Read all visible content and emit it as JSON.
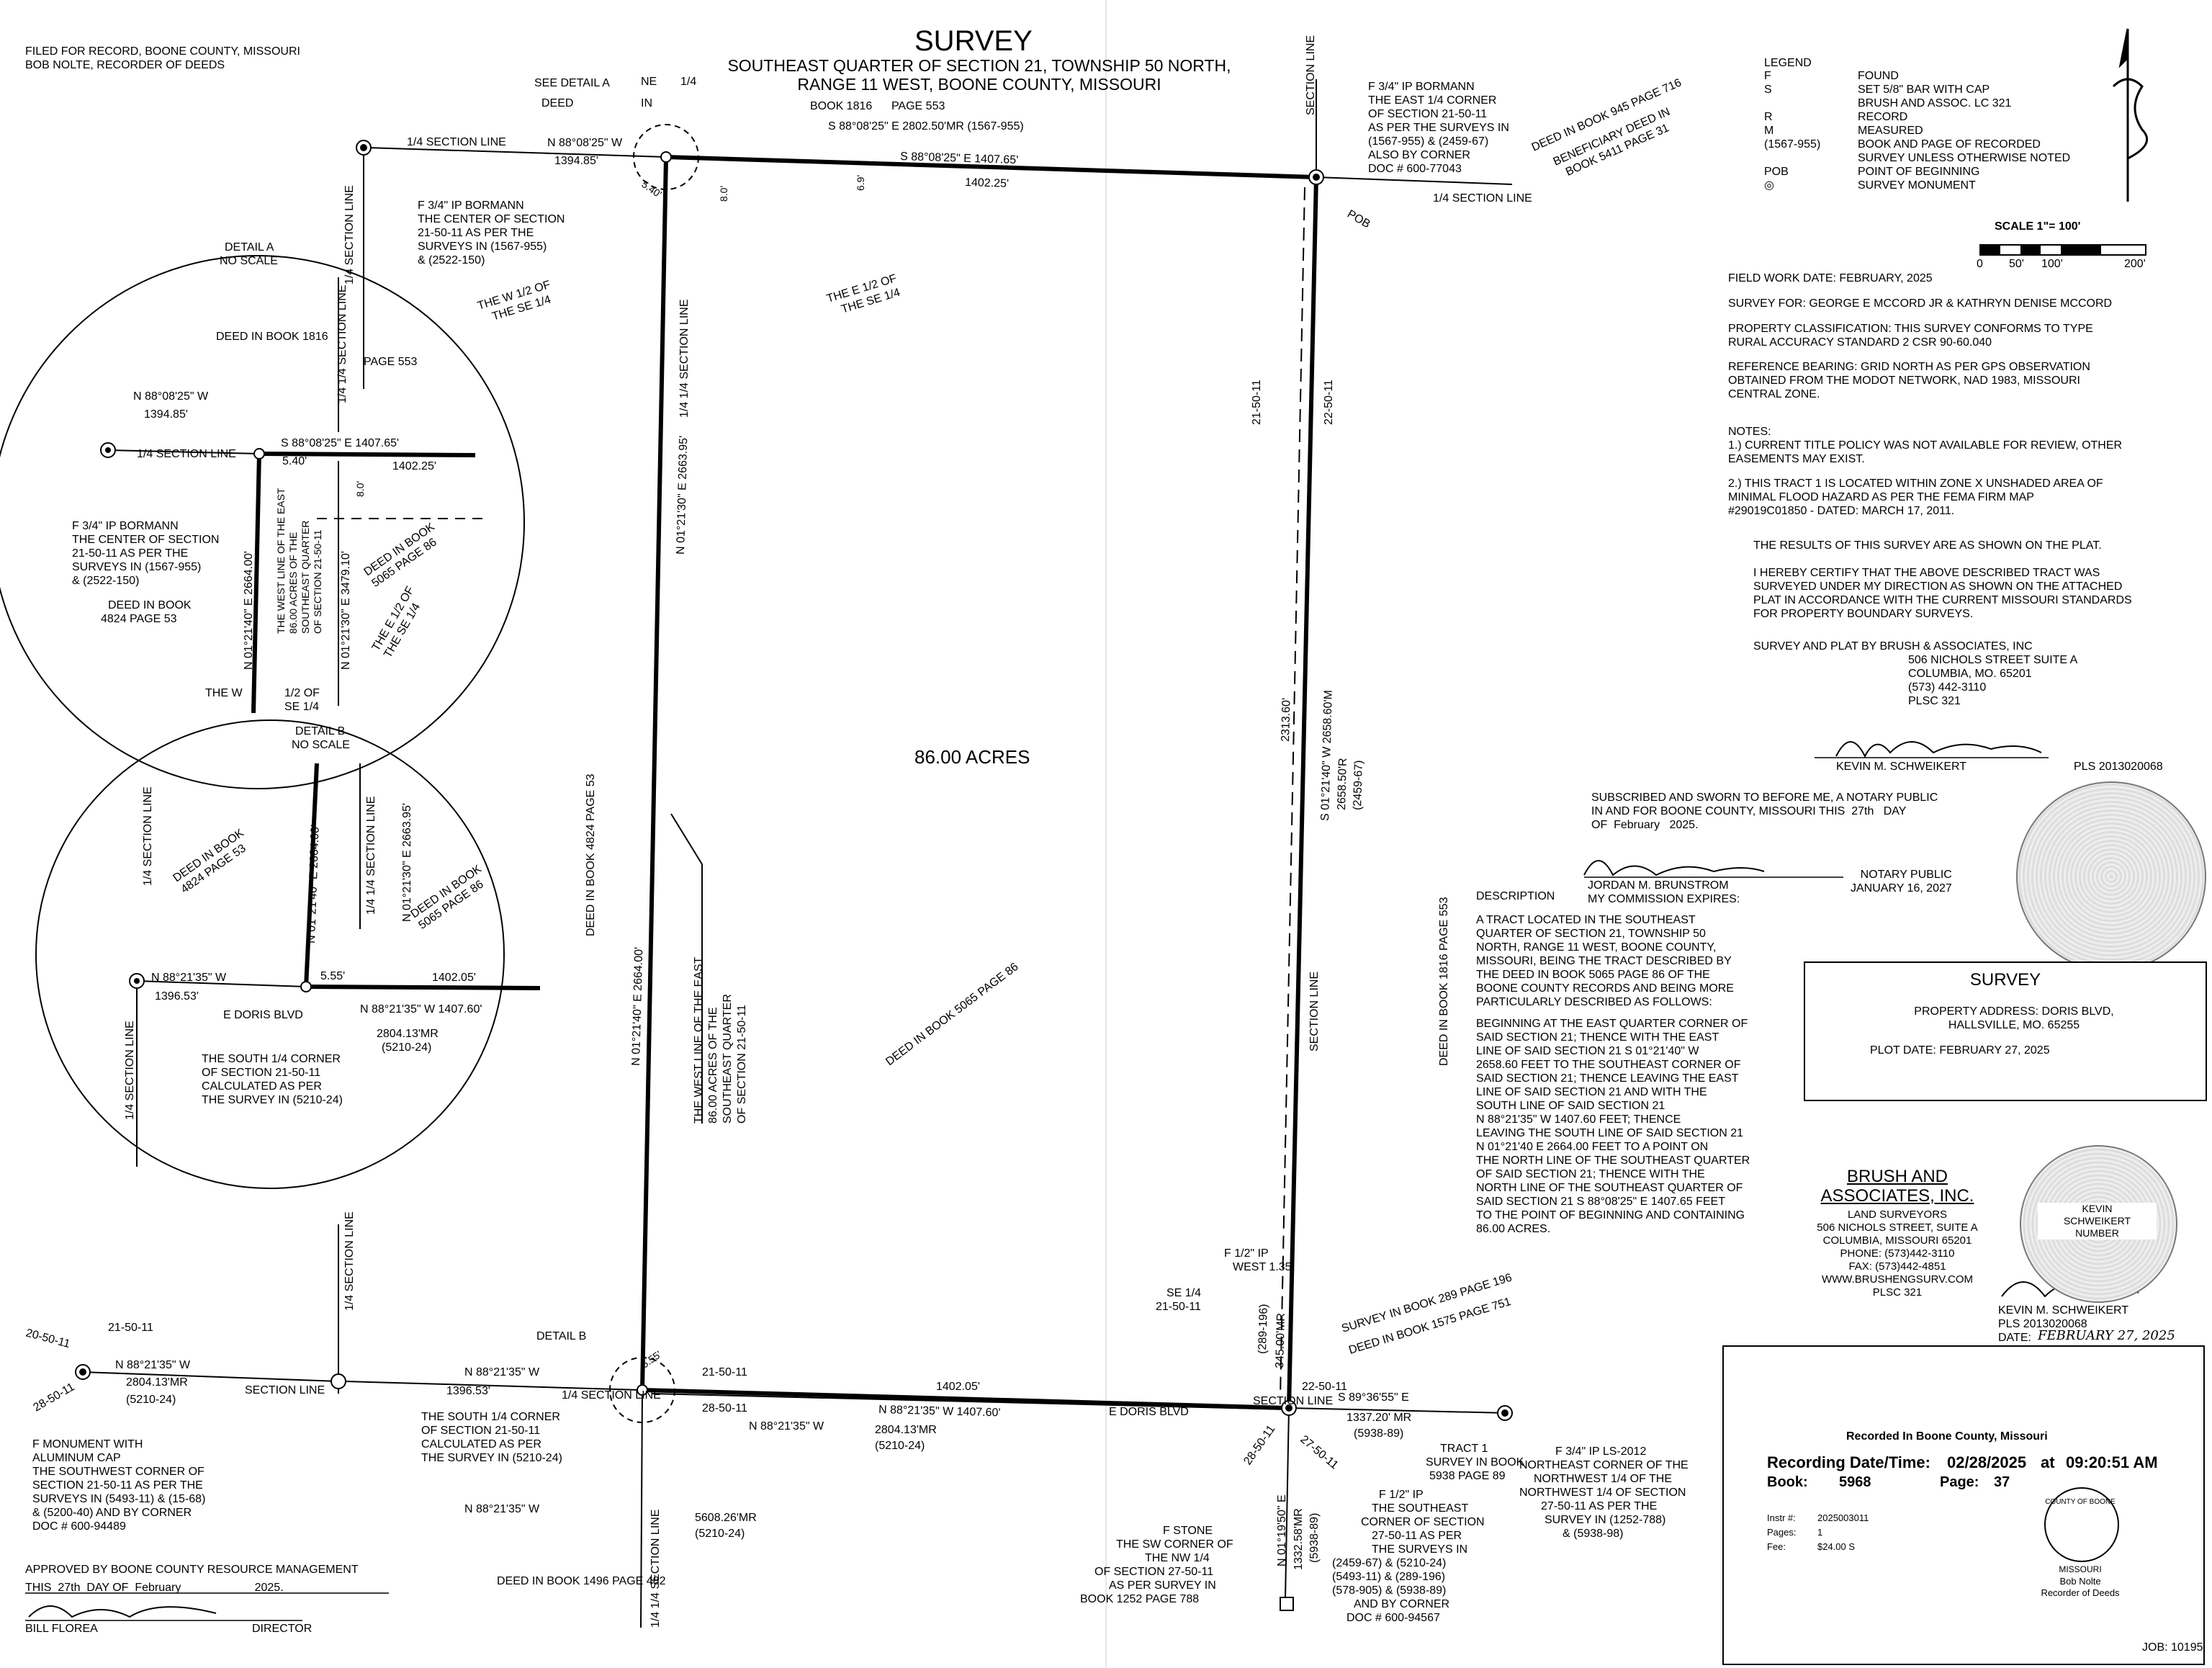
{
  "header": {
    "title": "SURVEY",
    "subtitle1": "SOUTHEAST QUARTER OF SECTION 21, TOWNSHIP 50 NORTH,",
    "subtitle2": "RANGE 11 WEST, BOONE COUNTY, MISSOURI",
    "book_ref": "BOOK 1816      PAGE 553"
  },
  "filed": {
    "line1": "FILED FOR RECORD, BOONE COUNTY, MISSOURI",
    "line2": "BOB NOLTE, RECORDER OF DEEDS"
  },
  "legend": {
    "title": "LEGEND",
    "items": [
      {
        "sym": "F",
        "desc": "FOUND"
      },
      {
        "sym": "S",
        "desc": "SET 5/8\" BAR WITH CAP\nBRUSH AND ASSOC. LC 321"
      },
      {
        "sym": "R",
        "desc": "RECORD"
      },
      {
        "sym": "M",
        "desc": "MEASURED"
      },
      {
        "sym": "(1567-955)",
        "desc": "BOOK AND PAGE OF RECORDED\nSURVEY UNLESS OTHERWISE NOTED"
      },
      {
        "sym": "POB",
        "desc": "POINT OF BEGINNING"
      },
      {
        "sym": "◎",
        "desc": "SURVEY MONUMENT"
      }
    ],
    "scale_label": "SCALE 1\"= 100'",
    "scale_ticks": [
      "0",
      "50'",
      "100'",
      "200'"
    ]
  },
  "info": {
    "field_work": "FIELD WORK DATE: FEBRUARY, 2025",
    "survey_for": "SURVEY FOR: GEORGE E MCCORD JR & KATHRYN DENISE MCCORD",
    "classification": "PROPERTY CLASSIFICATION: THIS SURVEY CONFORMS TO TYPE\nRURAL ACCURACY STANDARD 2 CSR 90-60.040",
    "bearing": "REFERENCE BEARING: GRID NORTH AS PER GPS OBSERVATION\nOBTAINED FROM THE MODOT NETWORK, NAD 1983, MISSOURI\nCENTRAL ZONE.",
    "notes_title": "NOTES:",
    "note1": "1.) CURRENT TITLE POLICY WAS NOT AVAILABLE FOR REVIEW, OTHER\nEASEMENTS MAY EXIST.",
    "note2": "2.) THIS TRACT 1 IS LOCATED WITHIN ZONE X UNSHADED AREA OF\nMINIMAL FLOOD HAZARD AS PER THE FEMA FIRM MAP\n#29019C01850 - DATED: MARCH 17, 2011.",
    "results": "THE RESULTS OF THIS SURVEY ARE AS SHOWN ON THE PLAT.",
    "certify": "I HEREBY CERTIFY THAT THE ABOVE DESCRIBED TRACT WAS\nSURVEYED UNDER MY DIRECTION AS SHOWN ON THE ATTACHED\nPLAT IN ACCORDANCE WITH THE CURRENT MISSOURI STANDARDS\nFOR PROPERTY BOUNDARY SURVEYS.",
    "plat_by": "SURVEY AND PLAT BY BRUSH & ASSOCIATES, INC",
    "plat_addr": "506 NICHOLS STREET SUITE A\nCOLUMBIA, MO. 65201\n(573) 442-3110\nPLSC 321",
    "surveyor": "KEVIN M. SCHWEIKERT",
    "pls": "PLS 2013020068"
  },
  "notary": {
    "text": "SUBSCRIBED AND SWORN TO BEFORE ME, A NOTARY PUBLIC\nIN AND FOR BOONE COUNTY, MISSOURI THIS  27th   DAY\nOF  February   2025.",
    "name": "JORDAN M. BRUNSTROM\nMY COMMISSION EXPIRES:",
    "np": "NOTARY PUBLIC\nJANUARY 16, 2027"
  },
  "description": {
    "title": "DESCRIPTION",
    "p1": "A TRACT LOCATED IN THE SOUTHEAST\nQUARTER OF SECTION 21, TOWNSHIP 50\nNORTH, RANGE 11 WEST, BOONE COUNTY,\nMISSOURI, BEING THE TRACT DESCRIBED BY\nTHE DEED IN BOOK 5065 PAGE 86 OF THE\nBOONE COUNTY RECORDS AND BEING MORE\nPARTICULARLY DESCRIBED AS FOLLOWS:",
    "p2": "BEGINNING AT THE EAST QUARTER CORNER OF\nSAID SECTION 21; THENCE WITH THE EAST\nLINE OF SAID SECTION 21 S 01°21'40\" W\n2658.60 FEET TO THE SOUTHEAST CORNER OF\nSAID SECTION 21; THENCE LEAVING THE EAST\nLINE OF SAID SECTION 21 AND WITH THE\nSOUTH LINE OF SAID SECTION 21\nN 88°21'35\" W 1407.60 FEET; THENCE\nLEAVING THE SOUTH LINE OF SAID SECTION 21\nN 01°21'40 E 2664.00 FEET TO A POINT ON\nTHE NORTH LINE OF THE SOUTHEAST QUARTER\nOF SAID SECTION 21; THENCE WITH THE\nNORTH LINE OF THE SOUTHEAST QUARTER OF\nSAID SECTION 21 S 88°08'25\" E 1407.65 FEET\nTO THE POINT OF BEGINNING AND CONTAINING\n86.00 ACRES."
  },
  "survey_box": {
    "title": "SURVEY",
    "address": "PROPERTY ADDRESS: DORIS BLVD,\nHALLSVILLE, MO. 65255",
    "plot_date": "PLOT DATE: FEBRUARY 27, 2025"
  },
  "firm": {
    "name": "BRUSH AND\nASSOCIATES, INC.",
    "details": "LAND SURVEYORS\n506 NICHOLS STREET, SUITE A\nCOLUMBIA, MISSOURI 65201\nPHONE: (573)442-3110\nFAX: (573)442-4851\nWWW.BRUSHENGSURV.COM\nPLSC 321"
  },
  "seal_block": {
    "name": "KEVIN M. SCHWEIKERT",
    "pls": "PLS 2013020068",
    "date_label": "DATE:",
    "date_value": "FEBRUARY 27, 2025",
    "seal_text": "KEVIN\nSCHWEIKERT\nNUMBER"
  },
  "recording": {
    "title": "Recorded In Boone County, Missouri",
    "date_label": "Recording Date/Time:",
    "date_value": "02/28/2025",
    "at": "at",
    "time_value": "09:20:51 AM",
    "book_label": "Book:",
    "book_value": "5968",
    "page_label": "Page:",
    "page_value": "37",
    "instr_label": "Instr #:",
    "instr_value": "2025003011",
    "pages_label": "Pages:",
    "pages_value": "1",
    "fee_label": "Fee:",
    "fee_value": "$24.00 S",
    "recorder": "Bob Nolte\nRecorder of Deeds",
    "seal_top": "COUNTY OF BOONE",
    "seal_bottom": "MISSOURI"
  },
  "approval": {
    "line1": "APPROVED BY BOONE COUNTY RESOURCE MANAGEMENT",
    "line2": "THIS  27th  DAY OF  February                       2025.",
    "name": "BILL FLOREA",
    "role": "DIRECTOR"
  },
  "job": "JOB: 10195",
  "plat": {
    "acres": "86.00 ACRES",
    "north_line_1": "S 88°08'25\" E    2802.50'MR (1567-955)",
    "north_line_2": "S 88°08'25\" E    1407.65'",
    "north_line_3": "1402.25'",
    "north_left": "N 88°08'25\" W",
    "north_left_dist": "1394.85'",
    "dist_540": "5.40'",
    "dist_80": "8.0'",
    "dist_69": "6.9'",
    "south_line_1": "N 88°21'35\" W     1407.60'",
    "south_line_2": "1402.05'",
    "south_left": "N 88°21'35\" W",
    "south_left_dist": "1396.53'",
    "south_far_left": "N 88°21'35\" W",
    "south_far_left_dist": "2804.13'MR",
    "south_far_left_ref": "(5210-24)",
    "south_mid": "N 88°21'35\" W",
    "south_mid_dist": "2804.13'MR",
    "south_mid_ref": "(5210-24)",
    "south_below": "N 88°21'35\" W",
    "south_below_dist": "5608.26'MR",
    "south_below_ref": "(5210-24)",
    "dist_555": "5.55'",
    "west_bearing": "N 01°21'40\" E      2664.00'",
    "west_inner": "N 01°21'30\" E      2663.95'",
    "east_bearing": "S 01°21'40\" W      2658.60'M",
    "east_r": "2658.50'R",
    "east_ref": "(2459-67)",
    "east_2313": "2313.60'",
    "east_345": "345.00'MR",
    "east_ref2": "(289-196)",
    "se_line": "S 89°36'55\" E",
    "se_dist": "1337.20' MR",
    "se_ref": "(5938-89)",
    "s_line_bottom": "N 01°19'50\" E",
    "s_line_bottom_dist": "1332.58'MR",
    "s_line_bottom_ref": "(5938-89)",
    "deed_4824": "DEED   IN   BOOK   4824   PAGE   53",
    "deed_1816": "DEED   IN   BOOK   1816   PAGE   553",
    "deed_5065": "DEED   IN   BOOK   5065   PAGE   86",
    "deed_1496": "DEED       IN       BOOK       1496       PAGE       482",
    "deed_945": "DEED IN BOOK 945 PAGE 716",
    "beneficiary": "BENEFICIARY DEED IN\nBOOK 5411 PAGE 31",
    "survey_289": "SURVEY IN BOOK 289 PAGE 196",
    "deed_1575": "DEED IN BOOK 1575 PAGE 751",
    "e_half": "THE E 1/2 OF\nTHE SE 1/4",
    "w_half": "THE W 1/2 OF\nTHE SE 1/4",
    "west_line_note": "THE WEST LINE OF THE EAST\n86.00 ACRES OF THE\nSOUTHEAST QUARTER\nOF SECTION 21-50-11",
    "quarter_section_line": "1/4 SECTION LINE",
    "quarter_quarter_line": "1/4 1/4 SECTION LINE",
    "section_line": "SECTION LINE",
    "sec_21_50_11": "21-50-11",
    "sec_22_50_11": "22-50-11",
    "sec_28_50_11": "28-50-11",
    "sec_27_50_11": "27-50-11",
    "sec_20_50_11": "20-50-11",
    "e_doris": "E DORIS BLVD",
    "see_detail_a": "SEE DETAIL A",
    "deed_lbl": "DEED",
    "in_lbl": "IN",
    "ne_lbl": "NE",
    "q_lbl": "1/4",
    "detail_b": "DETAIL B",
    "found_ip_center": "F 3/4\" IP BORMANN\nTHE CENTER OF SECTION\n21-50-11 AS PER THE\nSURVEYS IN (1567-955)\n& (2522-150)",
    "found_ip_east": "F 3/4\" IP BORMANN\nTHE EAST 1/4 CORNER\nOF SECTION 21-50-11\nAS PER THE SURVEYS IN\n(1567-955) & (2459-67)\nALSO BY CORNER\nDOC # 600-77043",
    "pob": "POB",
    "f_half_ip": "F 1/2\" IP\nWEST 1.35'",
    "se_quarter": "SE 1/4\n21-50-11",
    "tract1": "TRACT 1\nSURVEY IN BOOK\n5938 PAGE 89",
    "f_half_ip_se": "F 1/2\" IP\nTHE SOUTHEAST\nCORNER OF SECTION\n27-50-11 AS PER\nTHE SURVEYS IN\n(2459-67) & (5210-24)\n(5493-11) & (289-196)\n(578-905) & (5938-89)\nAND BY CORNER\nDOC # 600-94567",
    "f_stone": "F STONE\nTHE SW CORNER OF\nTHE NW 1/4\nOF SECTION 27-50-11\nAS PER SURVEY IN\nBOOK 1252 PAGE 788",
    "f_34_ne": "F 3/4\" IP LS-2012\nNORTHEAST CORNER OF THE\nNORTHWEST 1/4 OF THE\nNORTHWEST 1/4 OF SECTION\n27-50-11 AS PER THE\nSURVEY IN (1252-788)\n& (5938-98)",
    "south_calc": "THE SOUTH 1/4 CORNER\nOF SECTION 21-50-11\nCALCULATED AS PER\nTHE SURVEY IN (5210-24)",
    "f_monument": "F MONUMENT WITH\nALUMINUM CAP\nTHE SOUTHWEST CORNER OF\nSECTION 21-50-11 AS PER THE\nSURVEYS IN (5493-11) & (15-68)\n& (5200-40) AND BY CORNER\nDOC # 600-94489"
  },
  "detail_a": {
    "title": "DETAIL A\nNO SCALE",
    "deed_top": "DEED IN BOOK 1816",
    "page_top": "PAGE 553",
    "bearing": "N 88°08'25\" W",
    "dist": "1394.85'",
    "line": "S 88°08'25\" E     1407.65'",
    "inner": "1402.25'",
    "d540": "5.40'",
    "d80": "8.0'",
    "found": "F 3/4\" IP BORMANN\nTHE CENTER OF SECTION\n21-50-11 AS PER THE\nSURVEYS IN (1567-955)\n& (2522-150)",
    "deed_4824": "DEED IN BOOK\n4824 PAGE 53",
    "deed_5065": "DEED IN BOOK\n5065 PAGE 86",
    "west_line": "N 01°21'40\" E   2664.00'",
    "west_note": "THE WEST LINE OF THE EAST\n86.00 ACRES OF THE\nSOUTHEAST QUARTER\nOF SECTION 21-50-11",
    "inner_bearing": "N 01°21'30\" E   3479.10'",
    "e_half": "THE E 1/2 OF\nTHE SE 1/4",
    "w_half": "THE W\n1/2 OF\nSE 1/4"
  },
  "detail_b": {
    "title": "DETAIL B\nNO SCALE",
    "deed_4824": "DEED IN BOOK\n4824 PAGE 53",
    "deed_5065": "DEED IN BOOK\n5065 PAGE 86",
    "west_line": "N 01°21'40\" E   2664.00'",
    "inner_bearing": "N 01°21'30\" E   2663.95'",
    "bearing": "N 88°21'35\" W",
    "dist": "1396.53'",
    "line": "N 88°21'35\" W     1407.60'",
    "inner": "1402.05'",
    "d555": "5.55'",
    "road": "E DORIS BLVD",
    "mr": "2804.13'MR\n(5210-24)",
    "calc": "THE SOUTH 1/4 CORNER\nOF SECTION 21-50-11\nCALCULATED AS PER\nTHE SURVEY IN (5210-24)"
  }
}
